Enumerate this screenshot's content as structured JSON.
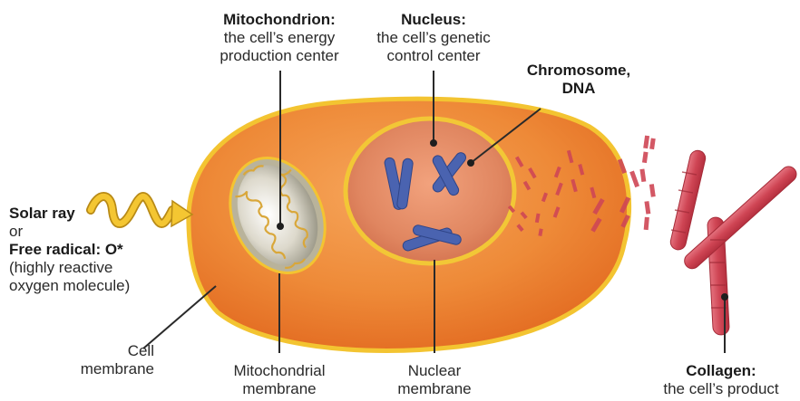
{
  "labels": {
    "mitochondrion": {
      "title": "Mitochondrion:",
      "line1": "the cell’s energy",
      "line2": "production center"
    },
    "nucleus": {
      "title": "Nucleus:",
      "line1": "the cell’s genetic",
      "line2": "control center"
    },
    "chromosome": {
      "line1": "Chromosome,",
      "line2": "DNA"
    },
    "solar_ray": {
      "bold": "Solar ray",
      "or": "or",
      "free_radical": "Free radical: O*",
      "desc1": "(highly reactive",
      "desc2": "oxygen molecule)"
    },
    "cell_membrane": {
      "line1": "Cell",
      "line2": "membrane"
    },
    "mito_membrane": {
      "line1": "Mitochondrial",
      "line2": "membrane"
    },
    "nuclear_membrane": {
      "line1": "Nuclear",
      "line2": "membrane"
    },
    "collagen": {
      "title": "Collagen:",
      "line1": "the cell’s product"
    }
  },
  "colors": {
    "cytoplasm": "#ec7f2d",
    "cell_membrane": "#f3c431",
    "nucleus": "#df8255",
    "nuclear_membrane": "#f2c736",
    "chromosome": "#4a63b0",
    "collagen": "#cf4755",
    "mitochondrion": "#b9b39b",
    "solar_ray": "#f3c12e"
  }
}
